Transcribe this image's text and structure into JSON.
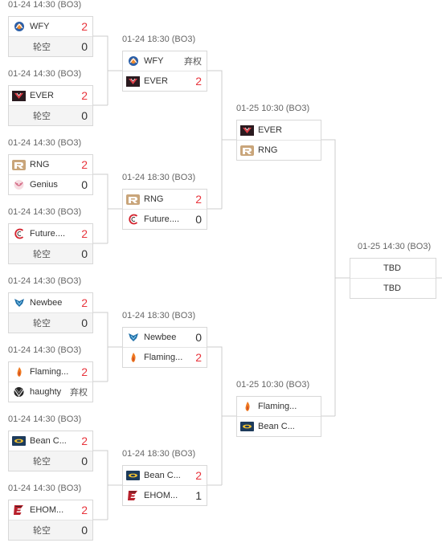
{
  "round1": [
    {
      "time": "01-24 14:30 (BO3)",
      "t1": {
        "name": "WFY",
        "logo": "wfy-icon",
        "score": "2",
        "win": true
      },
      "t2": {
        "name": "轮空",
        "logo": "",
        "score": "0",
        "bye": true
      }
    },
    {
      "time": "01-24 14:30 (BO3)",
      "t1": {
        "name": "EVER",
        "logo": "ever-icon",
        "score": "2",
        "win": true
      },
      "t2": {
        "name": "轮空",
        "logo": "",
        "score": "0",
        "bye": true
      }
    },
    {
      "time": "01-24 14:30 (BO3)",
      "t1": {
        "name": "RNG",
        "logo": "rng-icon",
        "score": "2",
        "win": true
      },
      "t2": {
        "name": "Genius",
        "logo": "genius-icon",
        "score": "0"
      }
    },
    {
      "time": "01-24 14:30 (BO3)",
      "t1": {
        "name": "Future....",
        "logo": "future-icon",
        "score": "2",
        "win": true
      },
      "t2": {
        "name": "轮空",
        "logo": "",
        "score": "0",
        "bye": true
      }
    },
    {
      "time": "01-24 14:30 (BO3)",
      "t1": {
        "name": "Newbee",
        "logo": "newbee-icon",
        "score": "2",
        "win": true
      },
      "t2": {
        "name": "轮空",
        "logo": "",
        "score": "0",
        "bye": true
      }
    },
    {
      "time": "01-24 14:30 (BO3)",
      "t1": {
        "name": "Flaming...",
        "logo": "flaming-icon",
        "score": "2",
        "win": true
      },
      "t2": {
        "name": "haughty",
        "logo": "haughty-icon",
        "score": "弃权",
        "small": true
      }
    },
    {
      "time": "01-24 14:30 (BO3)",
      "t1": {
        "name": "Bean C...",
        "logo": "bean-icon",
        "score": "2",
        "win": true
      },
      "t2": {
        "name": "轮空",
        "logo": "",
        "score": "0",
        "bye": true
      }
    },
    {
      "time": "01-24 14:30 (BO3)",
      "t1": {
        "name": "EHOM...",
        "logo": "ehome-icon",
        "score": "2",
        "win": true
      },
      "t2": {
        "name": "轮空",
        "logo": "",
        "score": "0",
        "bye": true
      }
    }
  ],
  "round2": [
    {
      "time": "01-24 18:30 (BO3)",
      "t1": {
        "name": "WFY",
        "logo": "wfy-icon",
        "score": "弃权",
        "small": true
      },
      "t2": {
        "name": "EVER",
        "logo": "ever-icon",
        "score": "2",
        "win": true
      }
    },
    {
      "time": "01-24 18:30 (BO3)",
      "t1": {
        "name": "RNG",
        "logo": "rng-icon",
        "score": "2",
        "win": true
      },
      "t2": {
        "name": "Future....",
        "logo": "future-icon",
        "score": "0"
      }
    },
    {
      "time": "01-24 18:30 (BO3)",
      "t1": {
        "name": "Newbee",
        "logo": "newbee-icon",
        "score": "0"
      },
      "t2": {
        "name": "Flaming...",
        "logo": "flaming-icon",
        "score": "2",
        "win": true
      }
    },
    {
      "time": "01-24 18:30 (BO3)",
      "t1": {
        "name": "Bean C...",
        "logo": "bean-icon",
        "score": "2",
        "win": true
      },
      "t2": {
        "name": "EHOM...",
        "logo": "ehome-icon",
        "score": "1"
      }
    }
  ],
  "round3": [
    {
      "time": "01-25 10:30 (BO3)",
      "t1": {
        "name": "EVER",
        "logo": "ever-icon",
        "score": ""
      },
      "t2": {
        "name": "RNG",
        "logo": "rng-icon",
        "score": ""
      }
    },
    {
      "time": "01-25 10:30 (BO3)",
      "t1": {
        "name": "Flaming...",
        "logo": "flaming-icon",
        "score": ""
      },
      "t2": {
        "name": "Bean C...",
        "logo": "bean-icon",
        "score": ""
      }
    }
  ],
  "final": {
    "time": "01-25 14:30 (BO3)",
    "t1": {
      "name": "TBD"
    },
    "t2": {
      "name": "TBD"
    }
  },
  "colors": {
    "win_score": "#e8343c",
    "border": "#d8d8d8",
    "line": "#cccccc",
    "dim_row": "#f4f4f4"
  }
}
